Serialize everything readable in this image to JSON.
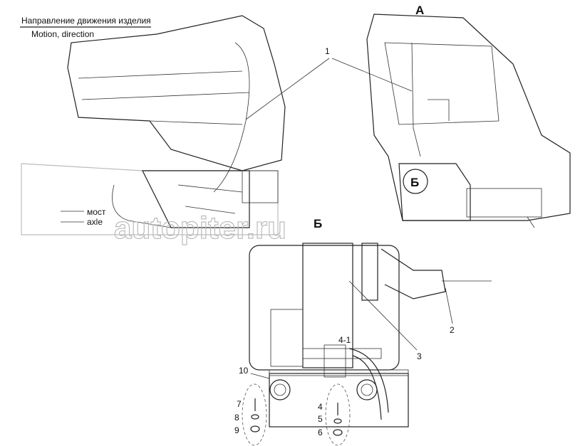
{
  "header": {
    "direction_ru": "Направление движения изделия",
    "direction_en": "Motion, direction"
  },
  "axle_labels": {
    "ru": "мост",
    "en": "axle"
  },
  "views": {
    "view_a": "А",
    "view_b": "Б",
    "view_b_marker": "Б"
  },
  "callouts": [
    "1",
    "2",
    "3",
    "4-1",
    "10",
    "7",
    "8",
    "9",
    "4",
    "5",
    "6"
  ],
  "watermark": "autopiter.ru"
}
